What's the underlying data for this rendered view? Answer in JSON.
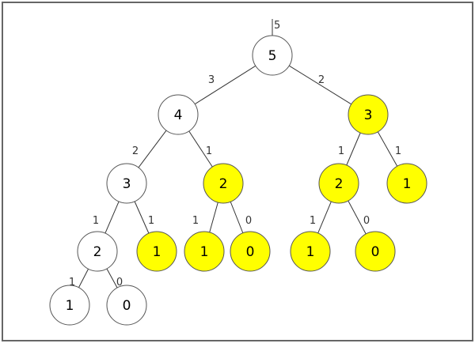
{
  "colors": {
    "background": "#ffffff",
    "frame": "#666666",
    "edge": "#333333",
    "node_plain": "#ffffff",
    "node_highlight": "#ffff00",
    "node_stroke": "#555555"
  },
  "root_label": "5",
  "nodes": [
    {
      "id": "n0",
      "label": "5",
      "highlighted": false
    },
    {
      "id": "n1",
      "label": "4",
      "highlighted": false
    },
    {
      "id": "n2",
      "label": "3",
      "highlighted": true
    },
    {
      "id": "n3",
      "label": "3",
      "highlighted": false
    },
    {
      "id": "n4",
      "label": "2",
      "highlighted": true
    },
    {
      "id": "n5",
      "label": "2",
      "highlighted": true
    },
    {
      "id": "n6",
      "label": "1",
      "highlighted": true
    },
    {
      "id": "n7",
      "label": "2",
      "highlighted": false
    },
    {
      "id": "n8",
      "label": "1",
      "highlighted": true
    },
    {
      "id": "n9",
      "label": "1",
      "highlighted": true
    },
    {
      "id": "n10",
      "label": "0",
      "highlighted": true
    },
    {
      "id": "n11",
      "label": "1",
      "highlighted": true
    },
    {
      "id": "n12",
      "label": "0",
      "highlighted": true
    },
    {
      "id": "n13",
      "label": "1",
      "highlighted": false
    },
    {
      "id": "n14",
      "label": "0",
      "highlighted": false
    }
  ],
  "edges": [
    {
      "from": "n0",
      "to": "n1",
      "label": "3"
    },
    {
      "from": "n0",
      "to": "n2",
      "label": "2"
    },
    {
      "from": "n1",
      "to": "n3",
      "label": "2"
    },
    {
      "from": "n1",
      "to": "n4",
      "label": "1"
    },
    {
      "from": "n2",
      "to": "n5",
      "label": "1"
    },
    {
      "from": "n2",
      "to": "n6",
      "label": "1"
    },
    {
      "from": "n3",
      "to": "n7",
      "label": "1"
    },
    {
      "from": "n3",
      "to": "n8",
      "label": "1"
    },
    {
      "from": "n4",
      "to": "n9",
      "label": "1"
    },
    {
      "from": "n4",
      "to": "n10",
      "label": "0"
    },
    {
      "from": "n5",
      "to": "n11",
      "label": "1"
    },
    {
      "from": "n5",
      "to": "n12",
      "label": "0"
    },
    {
      "from": "n7",
      "to": "n13",
      "label": "1"
    },
    {
      "from": "n7",
      "to": "n14",
      "label": "0"
    }
  ]
}
